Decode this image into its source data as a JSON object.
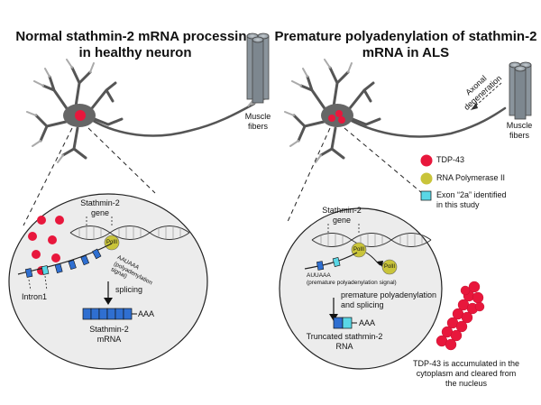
{
  "titles": {
    "left_line1": "Normal stathmin-2 mRNA processing",
    "left_line2": "in healthy neuron",
    "right_line1": "Premature polyadenylation of stathmin-2",
    "right_line2": "mRNA in ALS"
  },
  "labels": {
    "muscle_left_1": "Muscle",
    "muscle_left_2": "fibers",
    "muscle_right_1": "Muscle",
    "muscle_right_2": "fibers",
    "axonal_1": "Axonal",
    "axonal_2": "degeneration",
    "gene_left_1": "Stathmin-2",
    "gene_left_2": "gene",
    "gene_right_1": "Stathmin-2",
    "gene_right_2": "gene",
    "polii": "PolII",
    "auuaaa_left": "AAUAAA",
    "polyad_signal_left_1": "(polyadenylation",
    "polyad_signal_left_2": "signal)",
    "auuaaa_right": "AUUAAA",
    "polyad_signal_right": "(premature polyadenylation signal)",
    "intron": "Intron1",
    "splicing": "splicing",
    "aaa_left": "AAA",
    "aaa_right": "AAA",
    "mrna_left_1": "Stathmin-2",
    "mrna_left_2": "mRNA",
    "premature_1": "premature polyadenylation",
    "premature_2": "and splicing",
    "truncated_1": "Truncated stathmin-2",
    "truncated_2": "RNA",
    "tdp_note_1": "TDP-43 is accumulated in the",
    "tdp_note_2": "cytoplasm and cleared from",
    "tdp_note_3": "the nucleus"
  },
  "legend": [
    {
      "label": "TDP-43",
      "symbol": "red-dot"
    },
    {
      "label": "RNA Polymerase II",
      "symbol": "olive-dot"
    },
    {
      "label": "Exon “2a” identified",
      "label2": "in this study",
      "symbol": "cyan-square"
    }
  ],
  "colors": {
    "tdp43": "#e8173c",
    "polii": "#c9c43a",
    "exon": "#2f6fd1",
    "exon2a": "#5ad7e6",
    "muscle": "#8a949c",
    "nucleus_fill": "#ececec",
    "neuron": "#555555"
  }
}
